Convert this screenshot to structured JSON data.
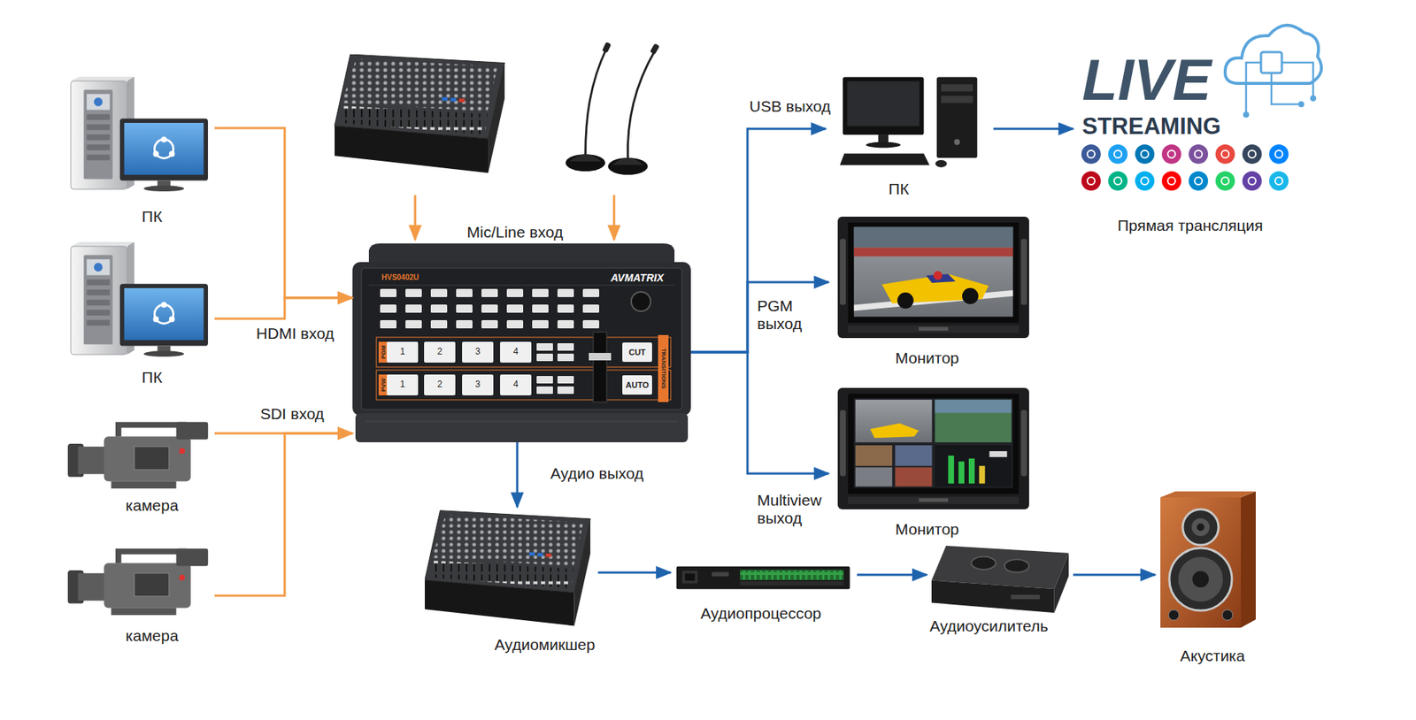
{
  "diagram": {
    "nodes": [
      {
        "text": [
          "ПК"
        ]
      },
      {
        "text": [
          "ПК"
        ]
      },
      {
        "text": [
          "камера"
        ]
      },
      {
        "text": [
          "камера"
        ]
      },
      {
        "text": [
          "HVS0402U",
          "AVMATRIX"
        ]
      },
      {
        "text": [
          "ПК"
        ]
      },
      {
        "text": [
          "LIVE",
          "STREAMING",
          "Прямая трансляция"
        ]
      },
      {
        "text": [
          "Монитор"
        ]
      },
      {
        "text": [
          "Монитор"
        ]
      },
      {
        "text": [
          "Аудиомикшер"
        ]
      },
      {
        "text": [
          "Аудиопроцессор"
        ]
      },
      {
        "text": [
          "Аудиоусилитель"
        ]
      },
      {
        "text": [
          "Акустика"
        ]
      }
    ],
    "edges": [
      {
        "from": 0,
        "to": 4,
        "arrow": "to"
      },
      {
        "from": 1,
        "to": 4,
        "label": "HDMI вход",
        "arrow": "to"
      },
      {
        "from": 2,
        "to": 4,
        "label": "SDI вход",
        "arrow": "to"
      },
      {
        "from": 3,
        "to": 4,
        "arrow": "to"
      },
      {
        "from": 4,
        "to": 5,
        "label": "USB выход",
        "arrow": "to"
      },
      {
        "from": 4,
        "to": 7,
        "label": "PGM выход",
        "arrow": "to"
      },
      {
        "from": 4,
        "to": 8,
        "label": "Multiview выход",
        "arrow": "to"
      },
      {
        "from": 4,
        "to": 9,
        "label": "Аудио выход",
        "arrow": "to"
      },
      {
        "from": 5,
        "to": 6,
        "arrow": "to"
      },
      {
        "from": 9,
        "to": 10,
        "arrow": "to"
      },
      {
        "from": 10,
        "to": 11,
        "arrow": "to"
      },
      {
        "from": 11,
        "to": 12,
        "arrow": "to"
      }
    ],
    "labels": [
      "Mic/Line вход",
      "PGM",
      "PVW",
      "1",
      "2",
      "3",
      "4",
      "1",
      "2",
      "3",
      "4",
      "CUT",
      "AUTO",
      "TRANSITIONS"
    ]
  }
}
